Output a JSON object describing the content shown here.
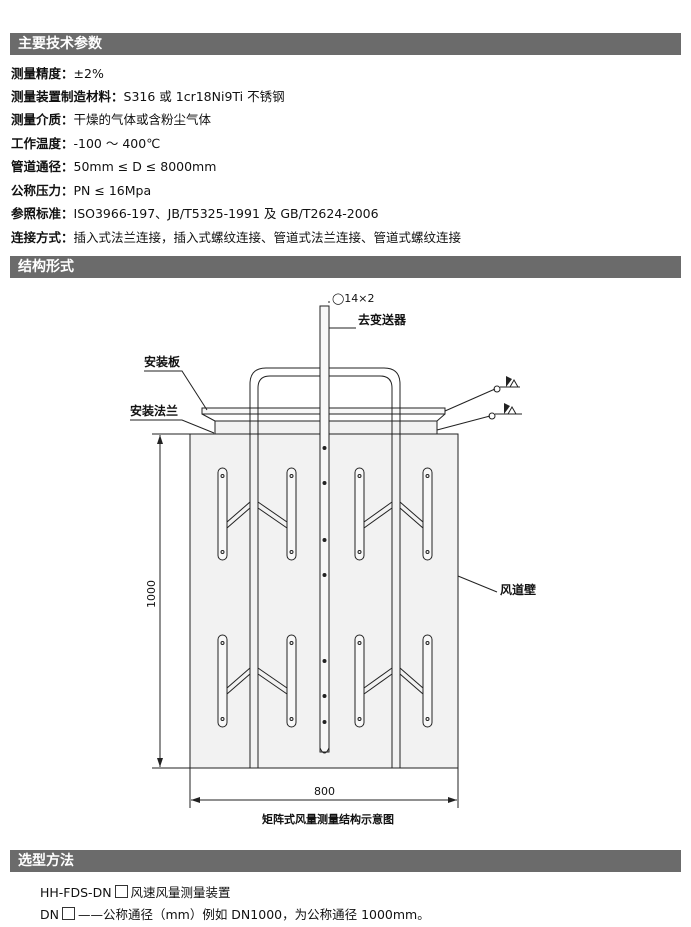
{
  "sections": {
    "specs_title": "主要技术参数",
    "structure_title": "结构形式",
    "selection_title": "选型方法"
  },
  "specs": [
    {
      "label": "测量精度：",
      "value": "±2%"
    },
    {
      "label": "测量装置制造材料：",
      "value": "S316 或 1cr18Ni9Ti 不锈钢"
    },
    {
      "label": "测量介质：",
      "value": "干燥的气体或含粉尘气体"
    },
    {
      "label": "工作温度：",
      "value": "-100 ～ 400℃"
    },
    {
      "label": "管道通径：",
      "value": "50mm ≤ D ≤ 8000mm"
    },
    {
      "label": "公称压力：",
      "value": "PN ≤ 16Mpa"
    },
    {
      "label": "参照标准：",
      "value": "ISO3966-197、JB/T5325-1991 及 GB/T2624-2006"
    },
    {
      "label": "连接方式：",
      "value": "插入式法兰连接，插入式螺纹连接、管道式法兰连接、管道式螺纹连接"
    }
  ],
  "diagram": {
    "tube_label": "◯14×2",
    "transmitter_label": "去变送器",
    "plate_label": "安装板",
    "flange_label": "安装法兰",
    "wall_label": "风道壁",
    "height_dim": "1000",
    "width_dim": "800",
    "caption": "矩阵式风量测量结构示意图"
  },
  "selection": {
    "model_prefix": "HH-FDS-DN",
    "model_desc": "风速风量测量装置",
    "dn_prefix": "DN",
    "dn_desc": "——公称通径（mm）例如 DN1000，为公称通径 1000mm。"
  }
}
